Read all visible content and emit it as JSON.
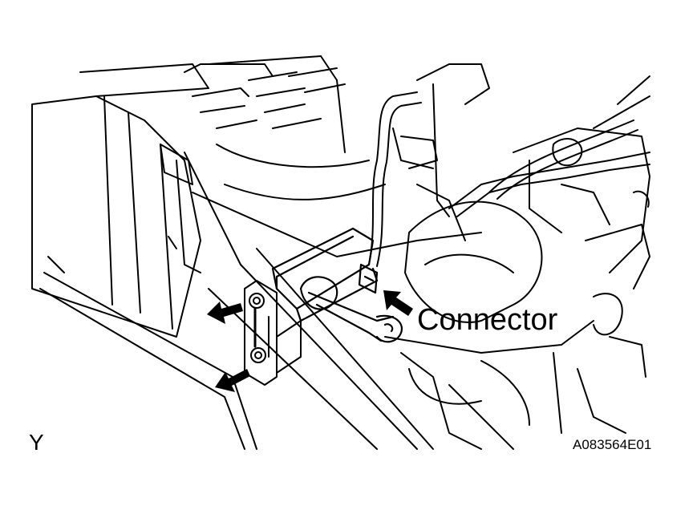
{
  "labels": {
    "connector": "Connector",
    "view_letter": "Y",
    "figure_code": "A083564E01"
  },
  "colors": {
    "line": "#000000",
    "background": "#ffffff"
  },
  "icons": [
    "arrow-icon"
  ]
}
